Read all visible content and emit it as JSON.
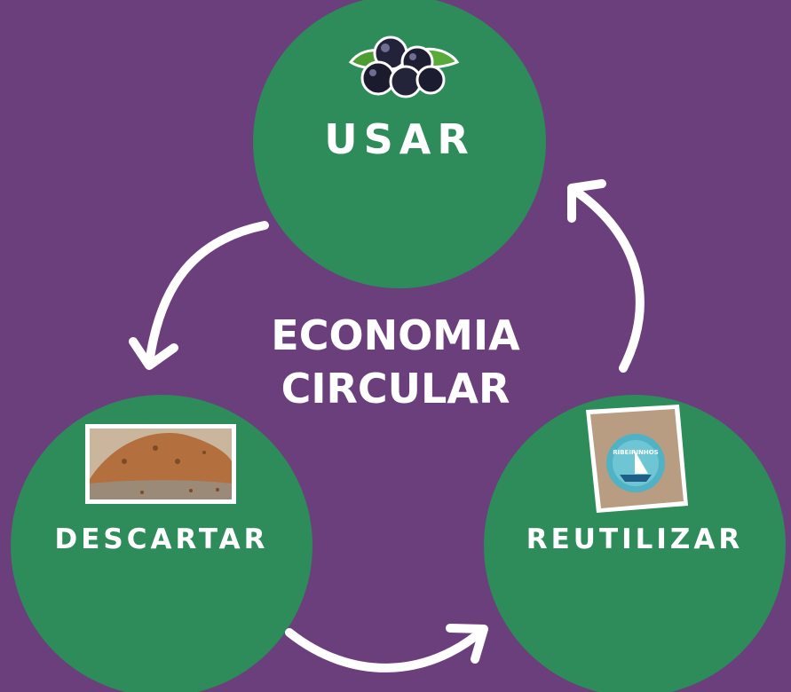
{
  "center": {
    "line1": "ECONOMIA",
    "line2": "CIRCULAR"
  },
  "nodes": {
    "usar": {
      "label": "USAR",
      "image": "acai-berries"
    },
    "descartar": {
      "label": "DESCARTAR",
      "image": "discarded-seed-pile"
    },
    "reutilizar": {
      "label": "REUTILIZAR",
      "image": "paper-bag-product"
    }
  },
  "product_bag": {
    "brand_text": "RIBEIRINHOS"
  },
  "colors": {
    "background": "#6b3f7c",
    "node_fill": "#2e8b5a",
    "text": "#ffffff",
    "arrow": "#ffffff"
  }
}
